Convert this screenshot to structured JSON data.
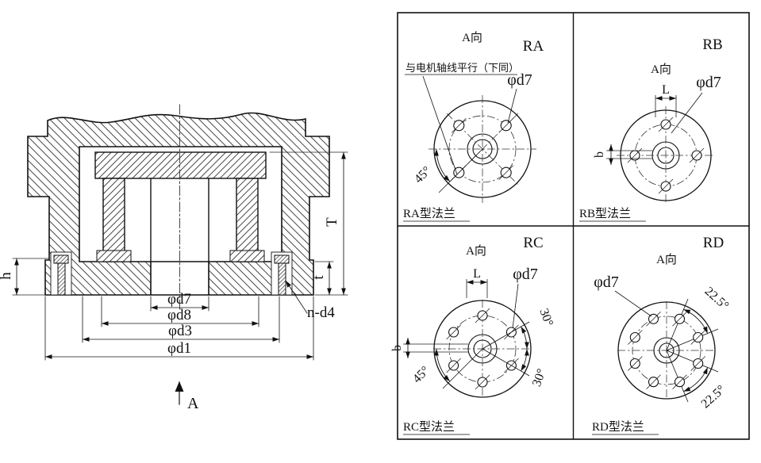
{
  "colors": {
    "line": "#111111",
    "background": "#ffffff"
  },
  "section": {
    "dim_d7": "φd7",
    "dim_d8": "φd8",
    "dim_d3": "φd3",
    "dim_d1": "φd1",
    "dim_T": "T",
    "dim_t": "t",
    "dim_h": "h",
    "dim_n_d4": "n-d4",
    "view_label": "A"
  },
  "panels": {
    "ra": {
      "code": "RA",
      "view": "A向",
      "note": "与电机轴线平行（下同）",
      "dia": "φd7",
      "angle": "45°",
      "caption": "RA型法兰"
    },
    "rb": {
      "code": "RB",
      "view": "A向",
      "len": "L",
      "dia": "φd7",
      "width": "b",
      "caption": "RB型法兰"
    },
    "rc": {
      "code": "RC",
      "view": "A向",
      "len": "L",
      "dia": "φd7",
      "angle30a": "30°",
      "angle30b": "30°",
      "angle45": "45°",
      "width": "b",
      "caption": "RC型法兰"
    },
    "rd": {
      "code": "RD",
      "view": "A向",
      "dia": "φd7",
      "angle_a": "22.5°",
      "angle_b": "22.5°",
      "caption": "RD型法兰"
    }
  }
}
